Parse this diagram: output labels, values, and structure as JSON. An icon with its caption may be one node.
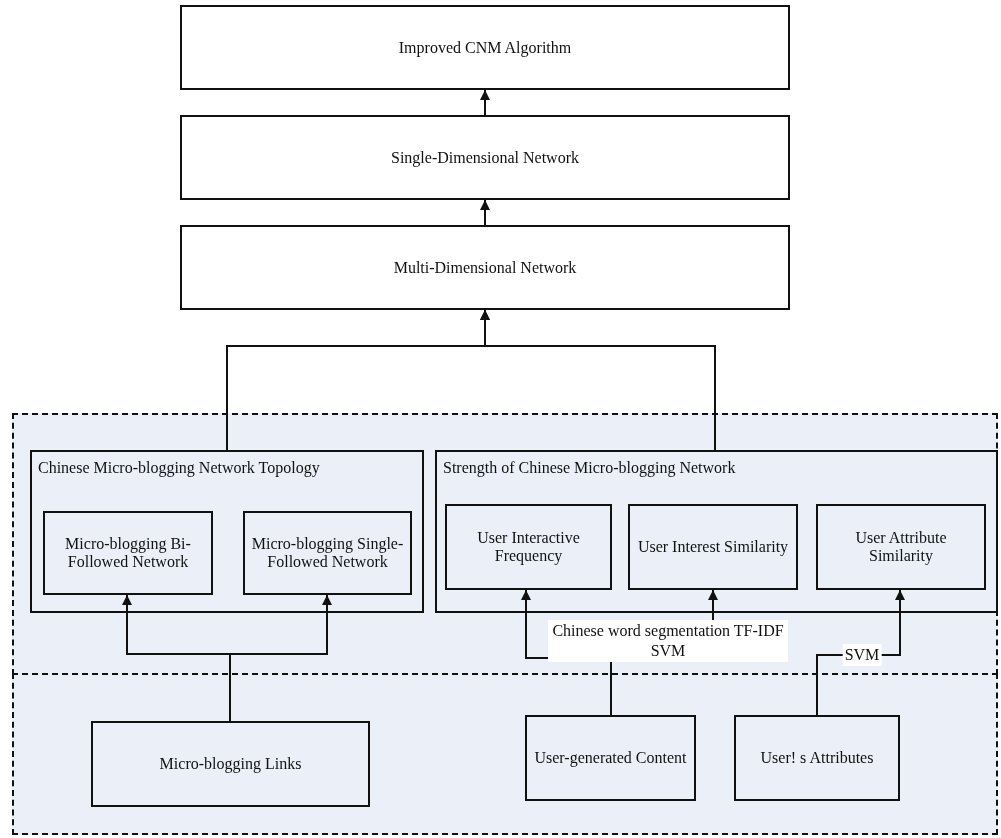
{
  "diagram": {
    "nodes": [
      {
        "text": [
          "Improved CNM Algorithm"
        ]
      },
      {
        "text": [
          "Single-Dimensional Network"
        ]
      },
      {
        "text": [
          "Multi-Dimensional Network"
        ]
      },
      {
        "text": [],
        "shape": "box"
      },
      {
        "text": [],
        "shape": "box"
      },
      {
        "text": [
          "Chinese Micro-blogging Network Topology"
        ],
        "in": 3
      },
      {
        "text": [
          "Micro-blogging Bi-Followed Network"
        ],
        "in": 5
      },
      {
        "text": [
          "Micro-blogging Single-Followed Network"
        ],
        "in": 5
      },
      {
        "text": [
          "Strength of Chinese Micro-blogging Network"
        ],
        "in": 3
      },
      {
        "text": [
          "User Interactive Frequency"
        ],
        "in": 8
      },
      {
        "text": [
          "User Interest Similarity"
        ],
        "in": 8
      },
      {
        "text": [
          "User Attribute Similarity"
        ],
        "in": 8
      },
      {
        "text": [
          "Micro-blogging Links"
        ],
        "in": 4
      },
      {
        "text": [
          "User-generated Content"
        ],
        "in": 4
      },
      {
        "text": [
          "User! s Attributes"
        ],
        "in": 4
      }
    ],
    "edges": [
      {
        "from": 2,
        "to": 1,
        "arrow": "to"
      },
      {
        "from": 1,
        "to": 0,
        "arrow": "to"
      },
      {
        "from": 5,
        "to": 2,
        "arrow": "to"
      },
      {
        "from": 8,
        "to": 2,
        "arrow": "to"
      },
      {
        "from": 12,
        "to": 6,
        "arrow": "to"
      },
      {
        "from": 12,
        "to": 7,
        "arrow": "to"
      },
      {
        "from": 13,
        "to": 9,
        "arrow": "to",
        "label": "Chinese word segmentation TF-IDF SVM"
      },
      {
        "from": 13,
        "to": 10,
        "arrow": "to"
      },
      {
        "from": 14,
        "to": 11,
        "arrow": "to",
        "label": "SVM"
      }
    ]
  }
}
